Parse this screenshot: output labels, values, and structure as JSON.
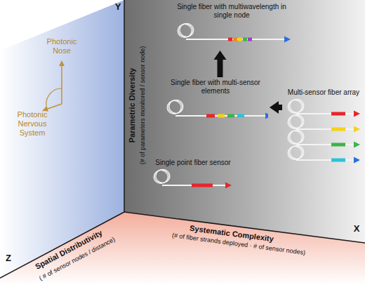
{
  "diagram": {
    "nodes": [
      {
        "text": [
          "Single fiber with multiwavelength in single node"
        ]
      },
      {
        "text": [
          "Single fiber with multi-sensor elements"
        ]
      },
      {
        "text": [
          "Multi-sensor fiber array"
        ]
      },
      {
        "text": [
          "Single point fiber sensor"
        ]
      }
    ],
    "edges": [
      {
        "from": 2,
        "to": 1,
        "arrow": "to"
      },
      {
        "from": 1,
        "to": 0,
        "arrow": "to"
      }
    ],
    "labels": [
      "Y",
      "Photonic Nose",
      "Photonic Nervous System",
      "Parametric Diversity",
      "(# of parameters monitored / sensor node)",
      "Z",
      "Spatial Distributivity",
      "( # of sensor nodes / distance)",
      "Systematic Complexity",
      "(# of fiber strands deployed · # of sensor nodes)",
      "X"
    ]
  }
}
